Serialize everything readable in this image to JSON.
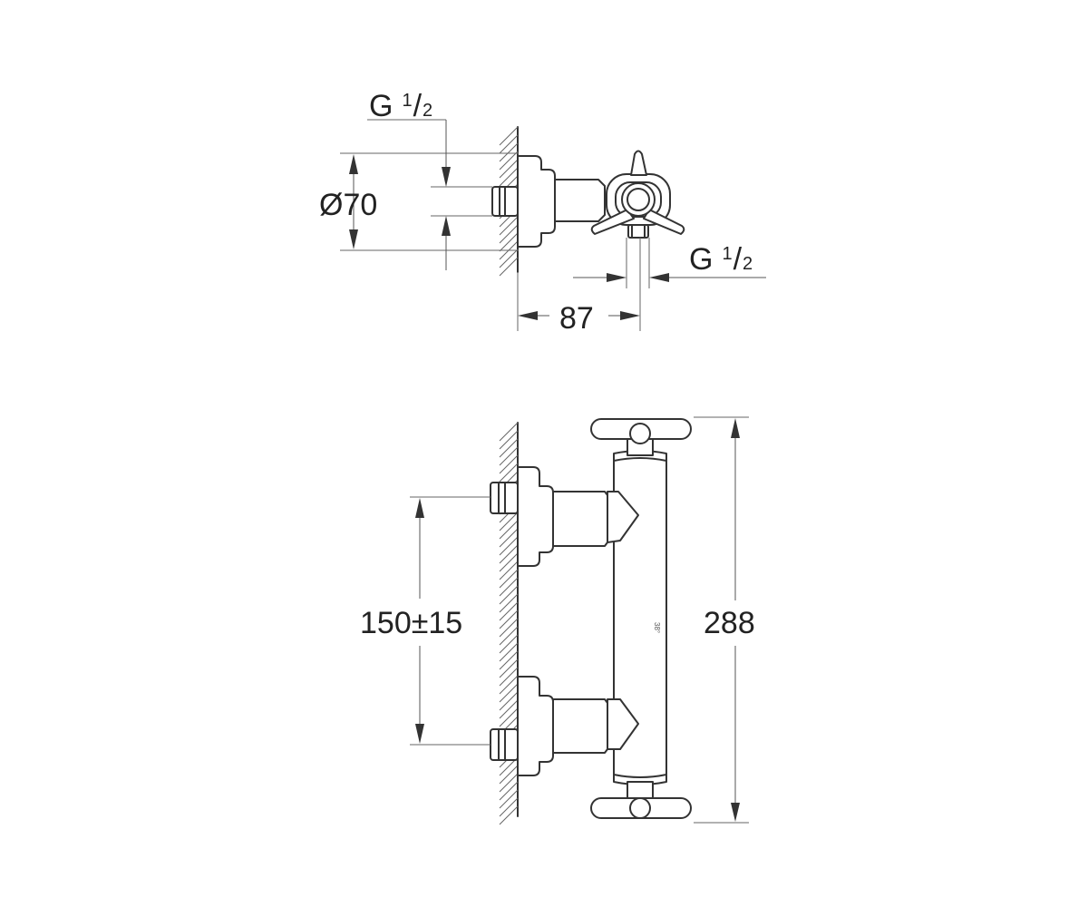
{
  "labels": {
    "thread_top": {
      "letter": "G",
      "numerator": "1",
      "slash": "/",
      "denominator": "2"
    },
    "thread_side": {
      "letter": "G",
      "numerator": "1",
      "slash": "/",
      "denominator": "2"
    },
    "diameter": "Ø70",
    "depth": "87",
    "spacing": "150±15",
    "height": "288",
    "body_mark": "38°"
  },
  "colors": {
    "line": "#333333",
    "background": "#ffffff"
  }
}
